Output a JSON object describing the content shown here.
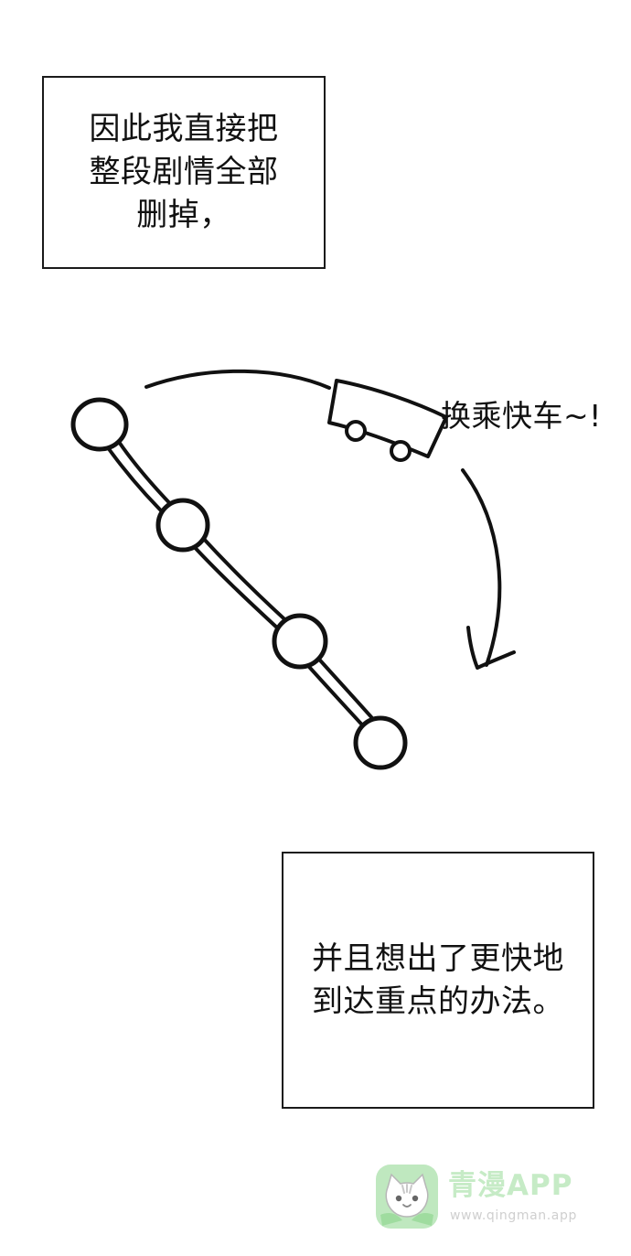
{
  "panel_top": {
    "caption": "因此我直接把\n整段剧情全部\n删掉，"
  },
  "illustration": {
    "speech_bubble": "换乘快车~!"
  },
  "panel_bottom": {
    "caption": "并且想出了更快地\n到达重点的办法。"
  },
  "watermark": {
    "brand": "青漫APP",
    "url": "www.qingman.app",
    "logo_icon": "cat-face-icon",
    "accent_color": "#9fdc9f"
  }
}
